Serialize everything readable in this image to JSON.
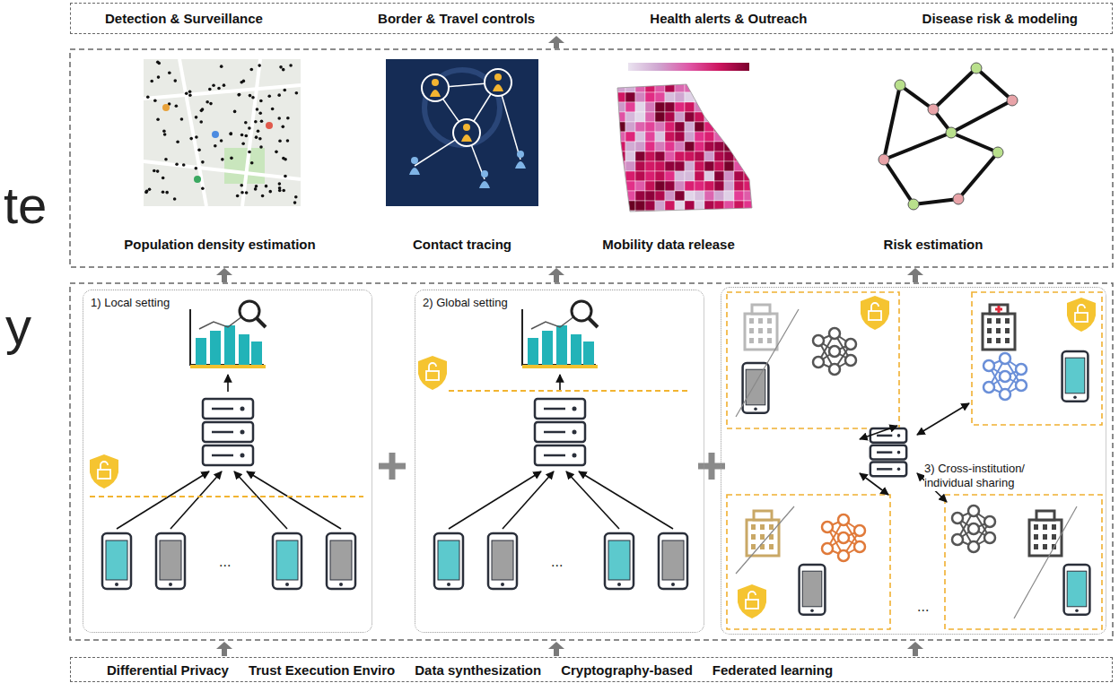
{
  "diagram": {
    "nodes": [
      {
        "text": [
          "Detection & Surveillance",
          "Border & Travel controls",
          "Health alerts & Outreach",
          "Disease risk & modeling"
        ]
      },
      {
        "text": [
          "Population density estimation"
        ]
      },
      {
        "text": [
          "Contact tracing"
        ]
      },
      {
        "text": [
          "Mobility data release"
        ]
      },
      {
        "text": [
          "Risk estimation"
        ]
      },
      {
        "text": [
          "1) Local setting"
        ]
      },
      {
        "text": [
          "2) Global setting"
        ]
      },
      {
        "text": [
          "3) Cross-institution/ individual sharing"
        ]
      },
      {
        "text": [
          "Differential Privacy",
          "Trust Execution Enviro",
          "Data synthesization",
          "Cryptography-based",
          "Federated learning"
        ]
      }
    ],
    "labels": [
      "te",
      "y",
      "...",
      "...",
      "..."
    ]
  }
}
